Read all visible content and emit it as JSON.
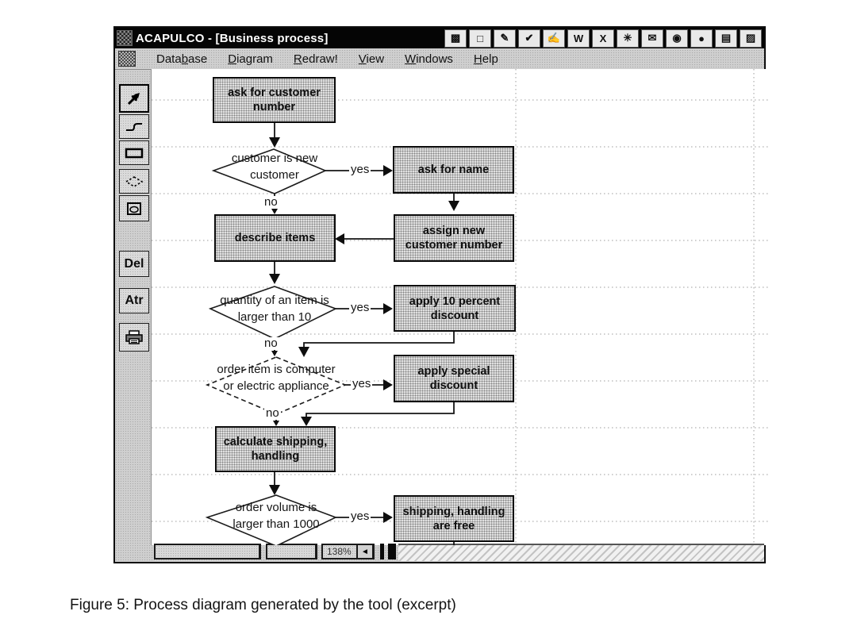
{
  "figure": {
    "caption": "Figure 5: Process diagram generated by the tool (excerpt)"
  },
  "colors": {
    "titlebar": "#050505",
    "chrome_gray": "#cfcfcf",
    "node_fill_dither": "#e0e0e0",
    "line_black": "#151515"
  },
  "window": {
    "title": "ACAPULCO - [Business process]",
    "title_icons": [
      {
        "name": "office-grid-icon",
        "glyph": "▩"
      },
      {
        "name": "new-document-icon",
        "glyph": "□"
      },
      {
        "name": "pen-icon",
        "glyph": "✎"
      },
      {
        "name": "tasks-check-icon",
        "glyph": "✔"
      },
      {
        "name": "note-write-icon",
        "glyph": "✍"
      },
      {
        "name": "word-icon",
        "glyph": "W"
      },
      {
        "name": "excel-icon",
        "glyph": "X"
      },
      {
        "name": "schedule-icon",
        "glyph": "✳"
      },
      {
        "name": "mail-out-icon",
        "glyph": "✉"
      },
      {
        "name": "find-icon",
        "glyph": "◉"
      },
      {
        "name": "powerpoint-icon",
        "glyph": "●"
      },
      {
        "name": "picture-icon",
        "glyph": "▤"
      },
      {
        "name": "clipart-icon",
        "glyph": "▨"
      }
    ],
    "menu": {
      "items": [
        {
          "pre": "Data",
          "key": "b",
          "post": "ase"
        },
        {
          "pre": "",
          "key": "D",
          "post": "iagram"
        },
        {
          "pre": "",
          "key": "R",
          "post": "edraw!"
        },
        {
          "pre": "",
          "key": "V",
          "post": "iew"
        },
        {
          "pre": "",
          "key": "W",
          "post": "indows"
        },
        {
          "pre": "",
          "key": "H",
          "post": "elp"
        }
      ]
    },
    "tool_palette": {
      "del_label": "Del",
      "atr_label": "Atr"
    },
    "status_bar": {
      "zoom": "138%",
      "scroll_left_glyph": "◄"
    }
  },
  "flowchart": {
    "boxes": [
      "ask for customer number",
      "ask for name",
      "describe items",
      "assign new customer number",
      "apply 10 percent discount",
      "apply special discount",
      "calculate shipping, handling",
      "shipping, handling are free"
    ],
    "diamonds": [
      {
        "label": "customer is new customer",
        "yes": "yes",
        "no": "no"
      },
      {
        "label": "quantity of an item is larger than 10",
        "yes": "yes",
        "no": "no"
      },
      {
        "label": "order item is computer or electric appliance",
        "yes": "yes",
        "no": "no"
      },
      {
        "label": "order volume is larger than 1000",
        "yes": "yes"
      }
    ]
  }
}
